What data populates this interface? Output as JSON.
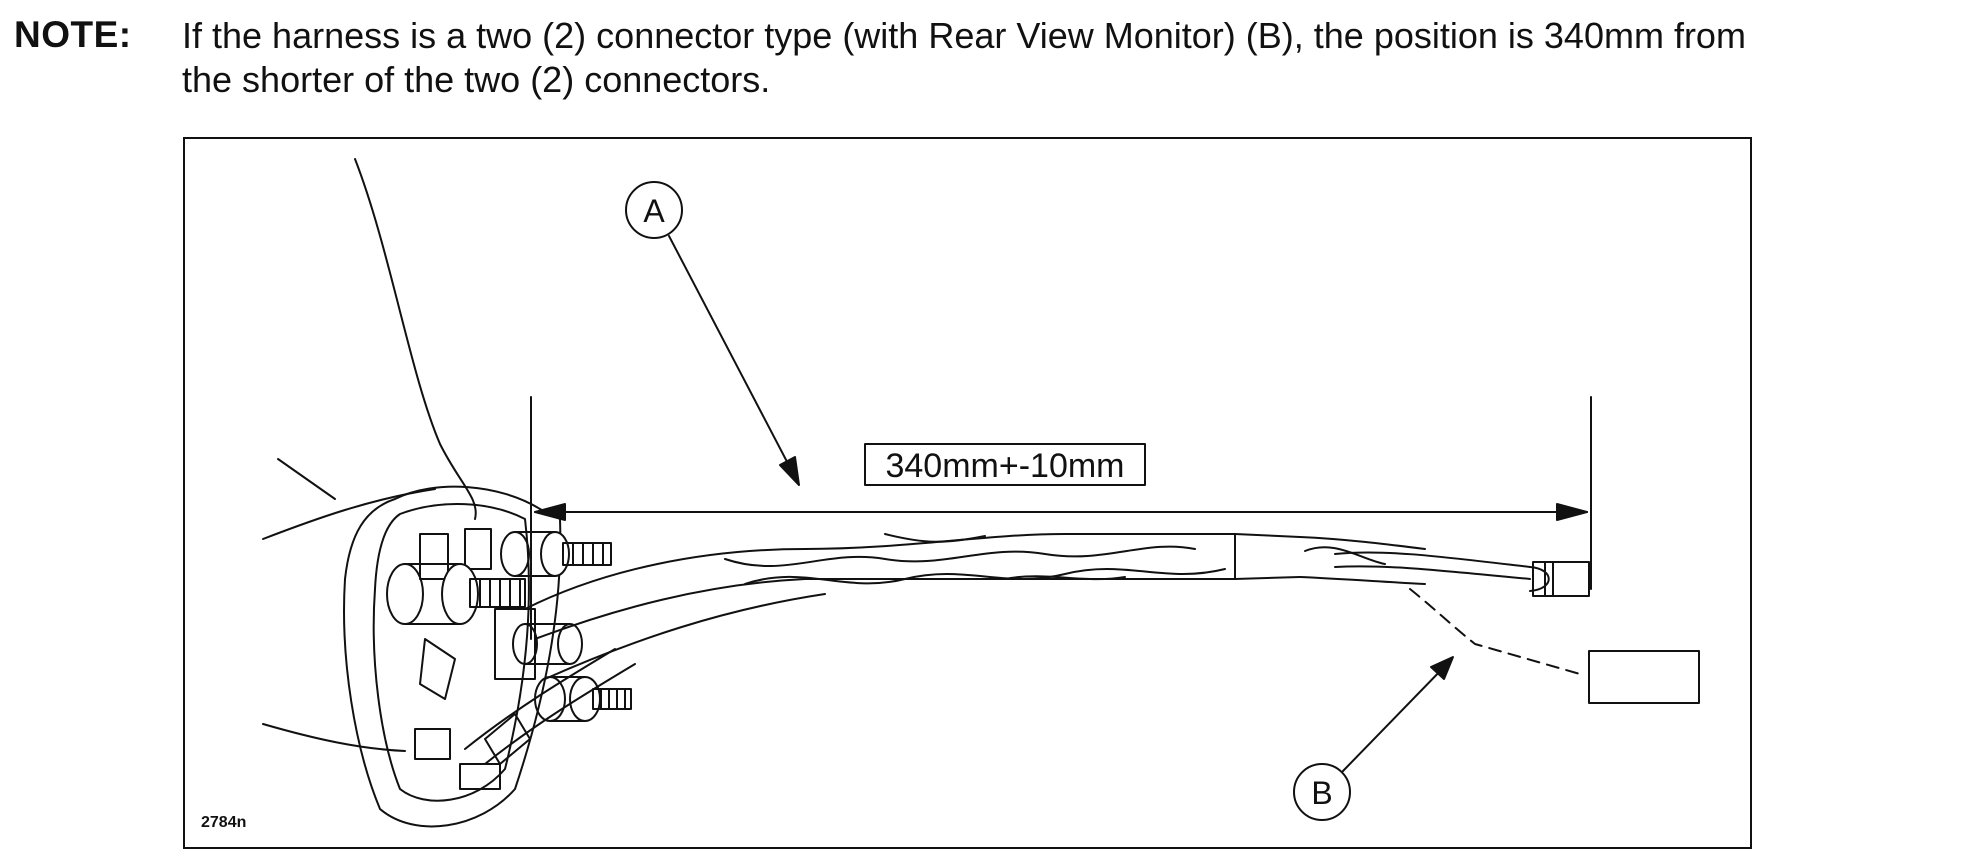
{
  "note": {
    "label": "NOTE:",
    "line1": "If the harness is a two (2) connector type (with Rear View Monitor) (B), the position is 340mm from",
    "line2": "the shorter of the two (2) connectors."
  },
  "figure": {
    "callout_a": "A",
    "callout_b": "B",
    "dimension_label": "340mm+-10mm",
    "figure_id": "2784n"
  }
}
